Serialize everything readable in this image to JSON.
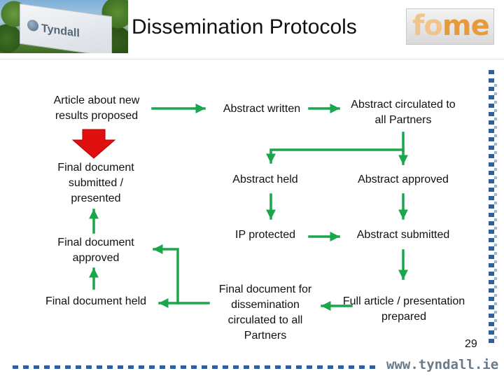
{
  "header": {
    "title": "Dissemination Protocols",
    "photo_sign_text": "Tyndall",
    "logo_text_a": "fo",
    "logo_text_b": "me"
  },
  "nodes": {
    "article_proposed": "Article about new results proposed",
    "abstract_written": "Abstract written",
    "abstract_circulated": "Abstract circulated to all Partners",
    "final_submitted": "Final document submitted / presented",
    "abstract_held": "Abstract held",
    "abstract_approved": "Abstract approved",
    "final_approved": "Final document approved",
    "ip_protected": "IP protected",
    "abstract_submitted": "Abstract submitted",
    "final_held": "Final document held",
    "final_circulated": "Final document for dissemination circulated to all Partners",
    "full_article_prepared": "Full article / presentation prepared"
  },
  "footer": {
    "url": "www.tyndall.ie",
    "page_number": "29"
  },
  "colors": {
    "arrow_green": "#1aa64a",
    "arrow_red": "#e01010",
    "accent_blue": "#2f5f9e"
  }
}
